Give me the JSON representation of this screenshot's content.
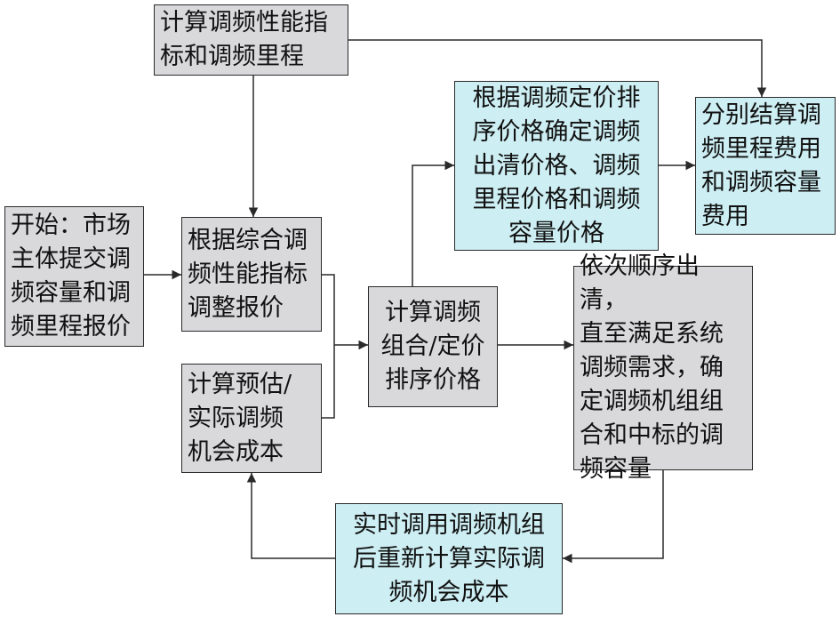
{
  "diagram": {
    "nodes": {
      "calc_perf": "计算调频性能指\n标和调频里程",
      "start": "开始：市场\n主体提交调\n频容量和调\n频里程报价",
      "adjust": "根据综合调\n频性能指标\n调整报价",
      "cost": "计算预估/\n实际调频\n机会成本",
      "sort": "计算调频\n组合/定价\n排序价格",
      "clear_price": "根据调频定价排\n序价格确定调频\n出清价格、调频\n里程价格和调频\n容量价格",
      "settle": "分别结算调\n频里程费用\n和调频容量\n费用",
      "dispatch": "依次顺序出清，\n直至满足系统\n调频需求，确\n定调频机组组\n合和中标的调\n频容量",
      "realtime": "实时调用调频机组\n后重新计算实际调\n频机会成本"
    },
    "colors": {
      "grey_fill": "#d9d9dc",
      "cyan_fill": "#cdeef3",
      "line": "#2a2a2a"
    }
  }
}
